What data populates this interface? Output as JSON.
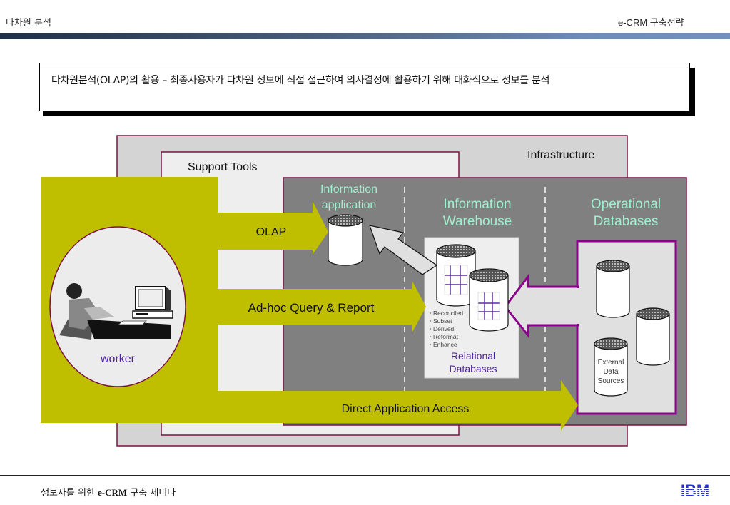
{
  "header": {
    "section_title": "다차원 분석",
    "deck_title": "e-CRM 구축전략"
  },
  "callout": {
    "text": "다차원분석(OLAP)의 활용 – 최종사용자가 다차원 정보에 직접 접근하여 의사결정에 활용하기 위해 대화식으로 정보를 분석"
  },
  "diagram": {
    "infrastructure_label": "Infrastructure",
    "support_tools_label": "Support Tools",
    "worker_label": "worker",
    "columns": {
      "info_application": [
        "Information",
        "application"
      ],
      "info_warehouse": [
        "Information",
        "Warehouse"
      ],
      "operational_db": [
        "Operational",
        "Databases"
      ]
    },
    "arrows": {
      "olap": "OLAP",
      "adhoc": "Ad-hoc Query & Report",
      "direct": "Direct Application Access"
    },
    "warehouse_bullets": [
      "Reconciled",
      "Subset",
      "Derived",
      "Reformat",
      "Enhance"
    ],
    "relational_label": [
      "Relational",
      "Databases"
    ],
    "external_label": [
      "External",
      "Data",
      "Sources"
    ],
    "colors": {
      "olive": "#bfbf00",
      "dark_gray": "#808080",
      "light_gray": "#d4d4d4",
      "panel": "#eeeeee",
      "maroon": "#7a1040",
      "purple": "#8b008b",
      "teal_text": "#9ff0d0",
      "indigo_text": "#4b1fa0"
    }
  },
  "footer": {
    "text_prefix": "생보사를 위한 ",
    "text_bold": "e-CRM",
    "text_suffix": " 구축 세미나",
    "logo": "IBM"
  }
}
